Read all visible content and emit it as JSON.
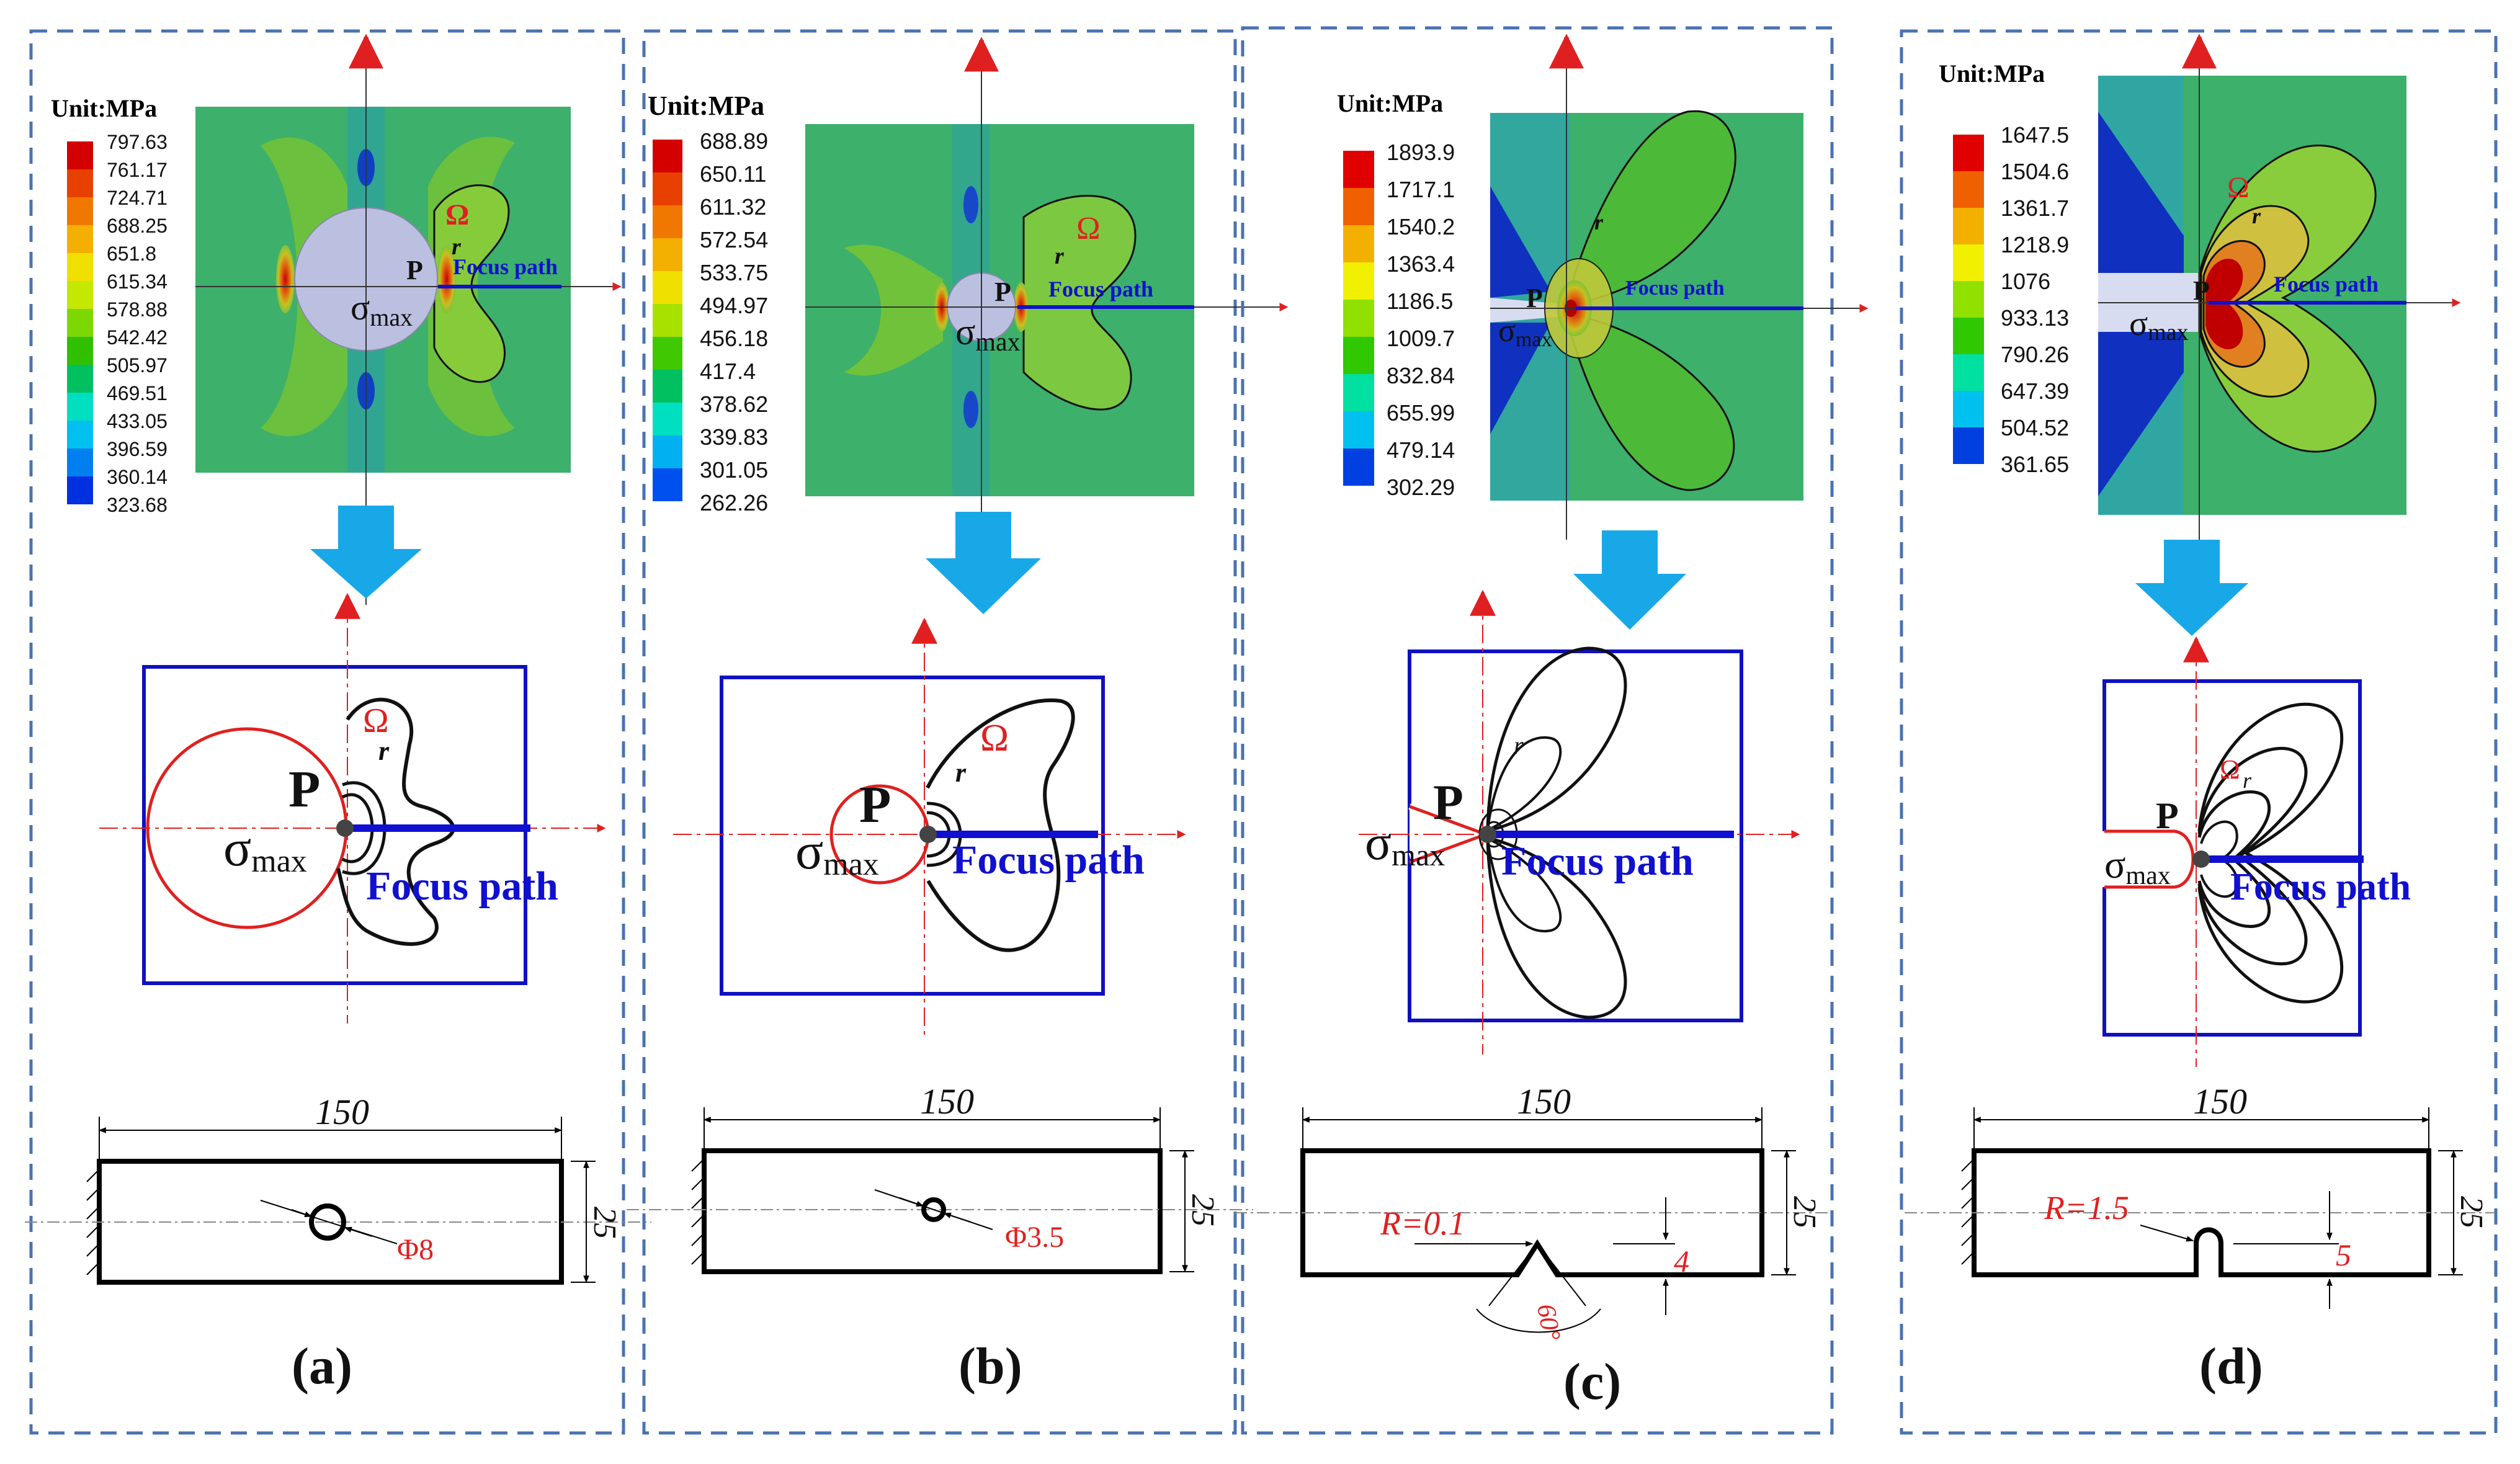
{
  "panels": [
    {
      "caption": "(a)",
      "unit": "Unit:MPa",
      "legend": [
        "797.63",
        "761.17",
        "724.71",
        "688.25",
        "651.8",
        "615.34",
        "578.88",
        "542.42",
        "505.97",
        "469.51",
        "433.05",
        "396.59",
        "360.14",
        "323.68"
      ],
      "contour_labels": {
        "omega": "Ω",
        "r": "r",
        "p": "P",
        "sigma": "σ",
        "sigma_sub": "max",
        "focus": "Focus path"
      },
      "dims": {
        "length": "150",
        "width": "25",
        "feature": "Φ8"
      }
    },
    {
      "caption": "(b)",
      "unit": "Unit:MPa",
      "legend": [
        "688.89",
        "650.11",
        "611.32",
        "572.54",
        "533.75",
        "494.97",
        "456.18",
        "417.4",
        "378.62",
        "339.83",
        "301.05",
        "262.26"
      ],
      "contour_labels": {
        "omega": "Ω",
        "r": "r",
        "p": "P",
        "sigma": "σ",
        "sigma_sub": "max",
        "focus": "Focus path"
      },
      "dims": {
        "length": "150",
        "width": "25",
        "feature": "Φ3.5"
      }
    },
    {
      "caption": "(c)",
      "unit": "Unit:MPa",
      "legend": [
        "1893.9",
        "1717.1",
        "1540.2",
        "1363.4",
        "1186.5",
        "1009.7",
        "832.84",
        "655.99",
        "479.14",
        "302.29"
      ],
      "contour_labels": {
        "omega": "",
        "r": "r",
        "p": "P",
        "sigma": "σ",
        "sigma_sub": "max",
        "focus": "Focus path"
      },
      "dims": {
        "length": "150",
        "width": "25",
        "radius": "R=0.1",
        "depth": "4",
        "angle": "60°"
      }
    },
    {
      "caption": "(d)",
      "unit": "Unit:MPa",
      "legend": [
        "1647.5",
        "1504.6",
        "1361.7",
        "1218.9",
        "1076",
        "933.13",
        "790.26",
        "647.39",
        "504.52",
        "361.65"
      ],
      "contour_labels": {
        "omega": "Ω",
        "r": "r",
        "p": "P",
        "sigma": "σ",
        "sigma_sub": "max",
        "focus": "Focus path"
      },
      "dims": {
        "length": "150",
        "width": "25",
        "radius": "R=1.5",
        "depth": "5"
      }
    }
  ],
  "colors": {
    "frame": "#4a72b0",
    "arrow": "#e02020",
    "focus": "#1010d0",
    "big_arrow": "#18a8e8",
    "dim_text": "#e02020",
    "plate": "#3db06b"
  }
}
